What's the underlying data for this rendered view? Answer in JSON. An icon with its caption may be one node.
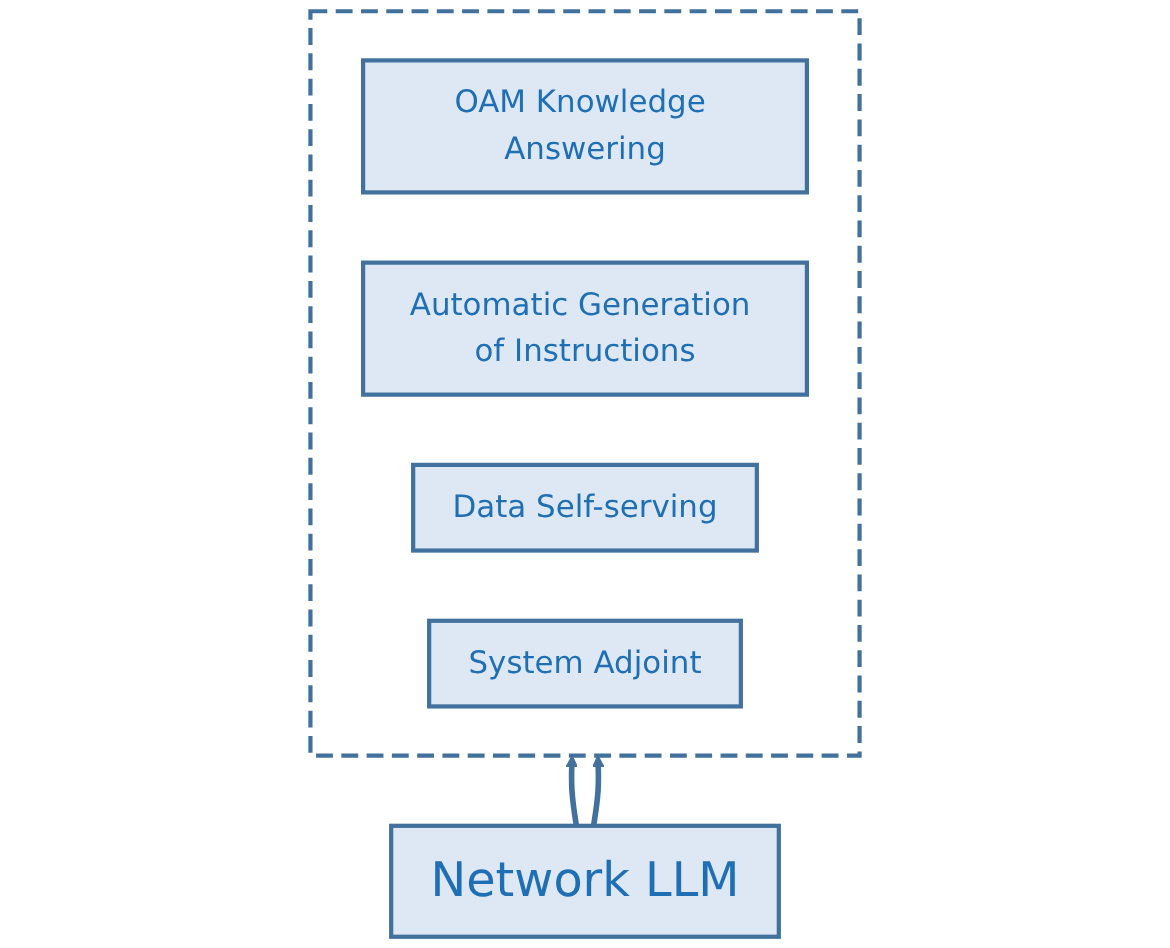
{
  "diagram": {
    "nodes": [
      {
        "text": [],
        "shape": "box"
      },
      {
        "text": [
          "OAM Knowledge Answering"
        ],
        "in": 0
      },
      {
        "text": [
          "Automatic Generation of Instructions"
        ],
        "in": 0
      },
      {
        "text": [
          "Data Self-serving"
        ],
        "in": 0
      },
      {
        "text": [
          "System Adjoint"
        ],
        "in": 0
      },
      {
        "text": [
          "Network LLM"
        ]
      }
    ],
    "edges": [
      {
        "from": 5,
        "to": 0,
        "arrow": "to"
      },
      {
        "from": 5,
        "to": 0,
        "arrow": "to"
      }
    ]
  }
}
